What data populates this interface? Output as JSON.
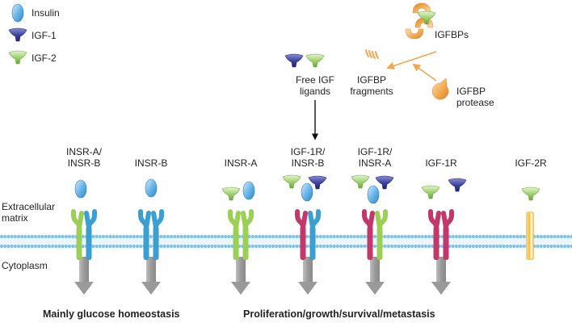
{
  "legend": {
    "insulin": "Insulin",
    "igf1": "IGF-1",
    "igf2": "IGF-2"
  },
  "top": {
    "free_ligands_line1": "Free IGF",
    "free_ligands_line2": "ligands",
    "igfbps": "IGFBPs",
    "fragments_line1": "IGFBP",
    "fragments_line2": "fragments",
    "protease_line1": "IGFBP",
    "protease_line2": "protease"
  },
  "compartments": {
    "extracellular_line1": "Extracellular",
    "extracellular_line2": "matrix",
    "cytoplasm": "Cytoplasm"
  },
  "receptors": [
    {
      "line1": "INSR-A/",
      "line2": "INSR-B"
    },
    {
      "line1": "INSR-B",
      "line2": ""
    },
    {
      "line1": "INSR-A",
      "line2": ""
    },
    {
      "line1": "IGF-1R/",
      "line2": "INSR-B"
    },
    {
      "line1": "IGF-1R/",
      "line2": "INSR-A"
    },
    {
      "line1": "IGF-1R",
      "line2": ""
    },
    {
      "line1": "IGF-2R",
      "line2": ""
    }
  ],
  "outcomes": {
    "glucose": "Mainly glucose homeostasis",
    "proliferation": "Proliferation/growth/survival/metastasis"
  },
  "colors": {
    "insulin": "#5aa9e6",
    "igf1": "#3b3f9a",
    "igf2": "#9ccf6a",
    "insr_a": "#9ccf55",
    "insr_b": "#3b9fd1",
    "igf1r": "#c2386a",
    "igf2r": "#f4c14d",
    "igfbp": "#f3a74a",
    "membrane": "#7fc3e8",
    "arrow_gray": "#9e9e9e"
  }
}
